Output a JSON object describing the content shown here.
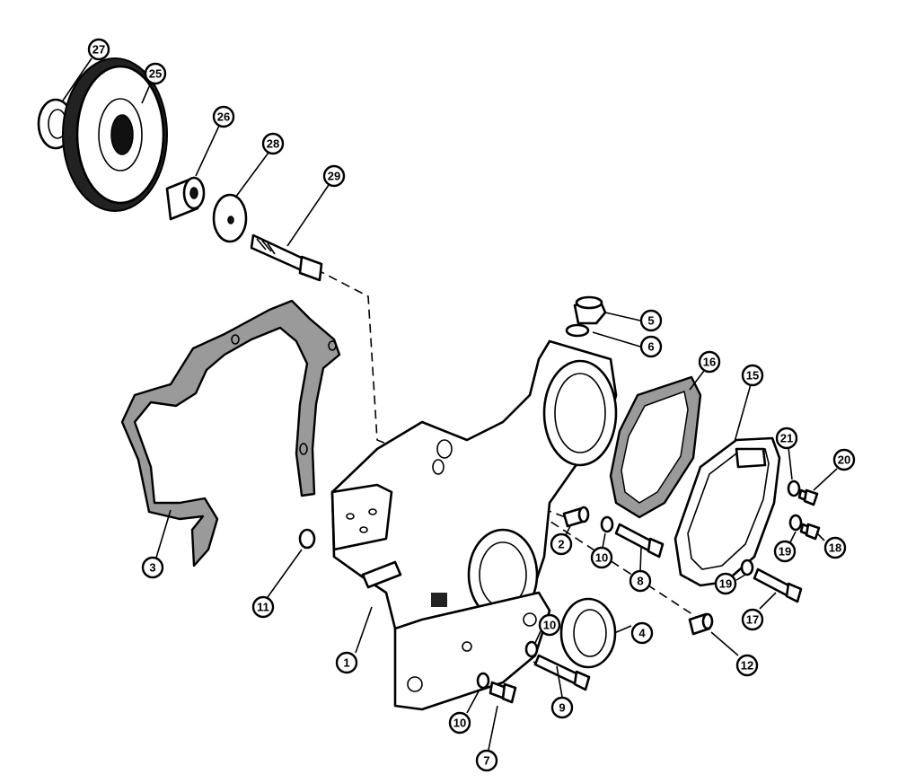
{
  "callouts": [
    {
      "id": "c27",
      "label": "27"
    },
    {
      "id": "c25",
      "label": "25"
    },
    {
      "id": "c26",
      "label": "26"
    },
    {
      "id": "c28",
      "label": "28"
    },
    {
      "id": "c29",
      "label": "29"
    },
    {
      "id": "c5",
      "label": "5"
    },
    {
      "id": "c6",
      "label": "6"
    },
    {
      "id": "c16",
      "label": "16"
    },
    {
      "id": "c15",
      "label": "15"
    },
    {
      "id": "c21",
      "label": "21"
    },
    {
      "id": "c20",
      "label": "20"
    },
    {
      "id": "c19a",
      "label": "19"
    },
    {
      "id": "c18",
      "label": "18"
    },
    {
      "id": "c19b",
      "label": "19"
    },
    {
      "id": "c17",
      "label": "17"
    },
    {
      "id": "c3",
      "label": "3"
    },
    {
      "id": "c11",
      "label": "11"
    },
    {
      "id": "c2",
      "label": "2"
    },
    {
      "id": "c10a",
      "label": "10"
    },
    {
      "id": "c8",
      "label": "8"
    },
    {
      "id": "c4",
      "label": "4"
    },
    {
      "id": "c12",
      "label": "12"
    },
    {
      "id": "c1",
      "label": "1"
    },
    {
      "id": "c10b",
      "label": "10"
    },
    {
      "id": "c10c",
      "label": "10"
    },
    {
      "id": "c7",
      "label": "7"
    },
    {
      "id": "c9",
      "label": "9"
    }
  ]
}
